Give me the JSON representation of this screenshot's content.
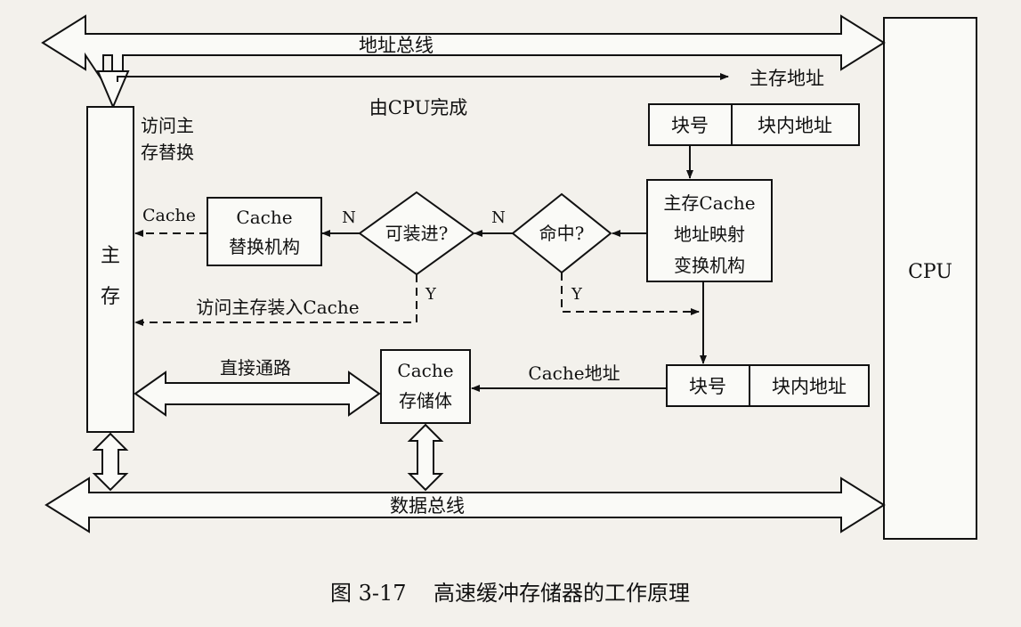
{
  "diagram": {
    "address_bus_label": "地址总线",
    "main_memory_address_label": "主存地址",
    "cpu_done_label": "由CPU完成",
    "access_replace_label_line1": "访问主",
    "access_replace_label_line2": "存替换",
    "main_memory_label_line1": "主",
    "main_memory_label_line2": "存",
    "cpu_label": "CPU",
    "block_no_label": "块号",
    "block_offset_label": "块内地址",
    "mapping_line1": "主存Cache",
    "mapping_line2": "地址映射",
    "mapping_line3": "变换机构",
    "hit_decision": "命中?",
    "loadable_decision": "可装进?",
    "n_label": "N",
    "y_label": "Y",
    "cache_replace_line1": "Cache",
    "cache_replace_line2": "替换机构",
    "cache_out_label": "Cache",
    "access_load_label": "访问主存装入Cache",
    "direct_path_label": "直接通路",
    "cache_store_line1": "Cache",
    "cache_store_line2": "存储体",
    "cache_address_label": "Cache地址",
    "data_bus_label": "数据总线",
    "caption": "图 3-17    高速缓冲存储器的工作原理"
  }
}
